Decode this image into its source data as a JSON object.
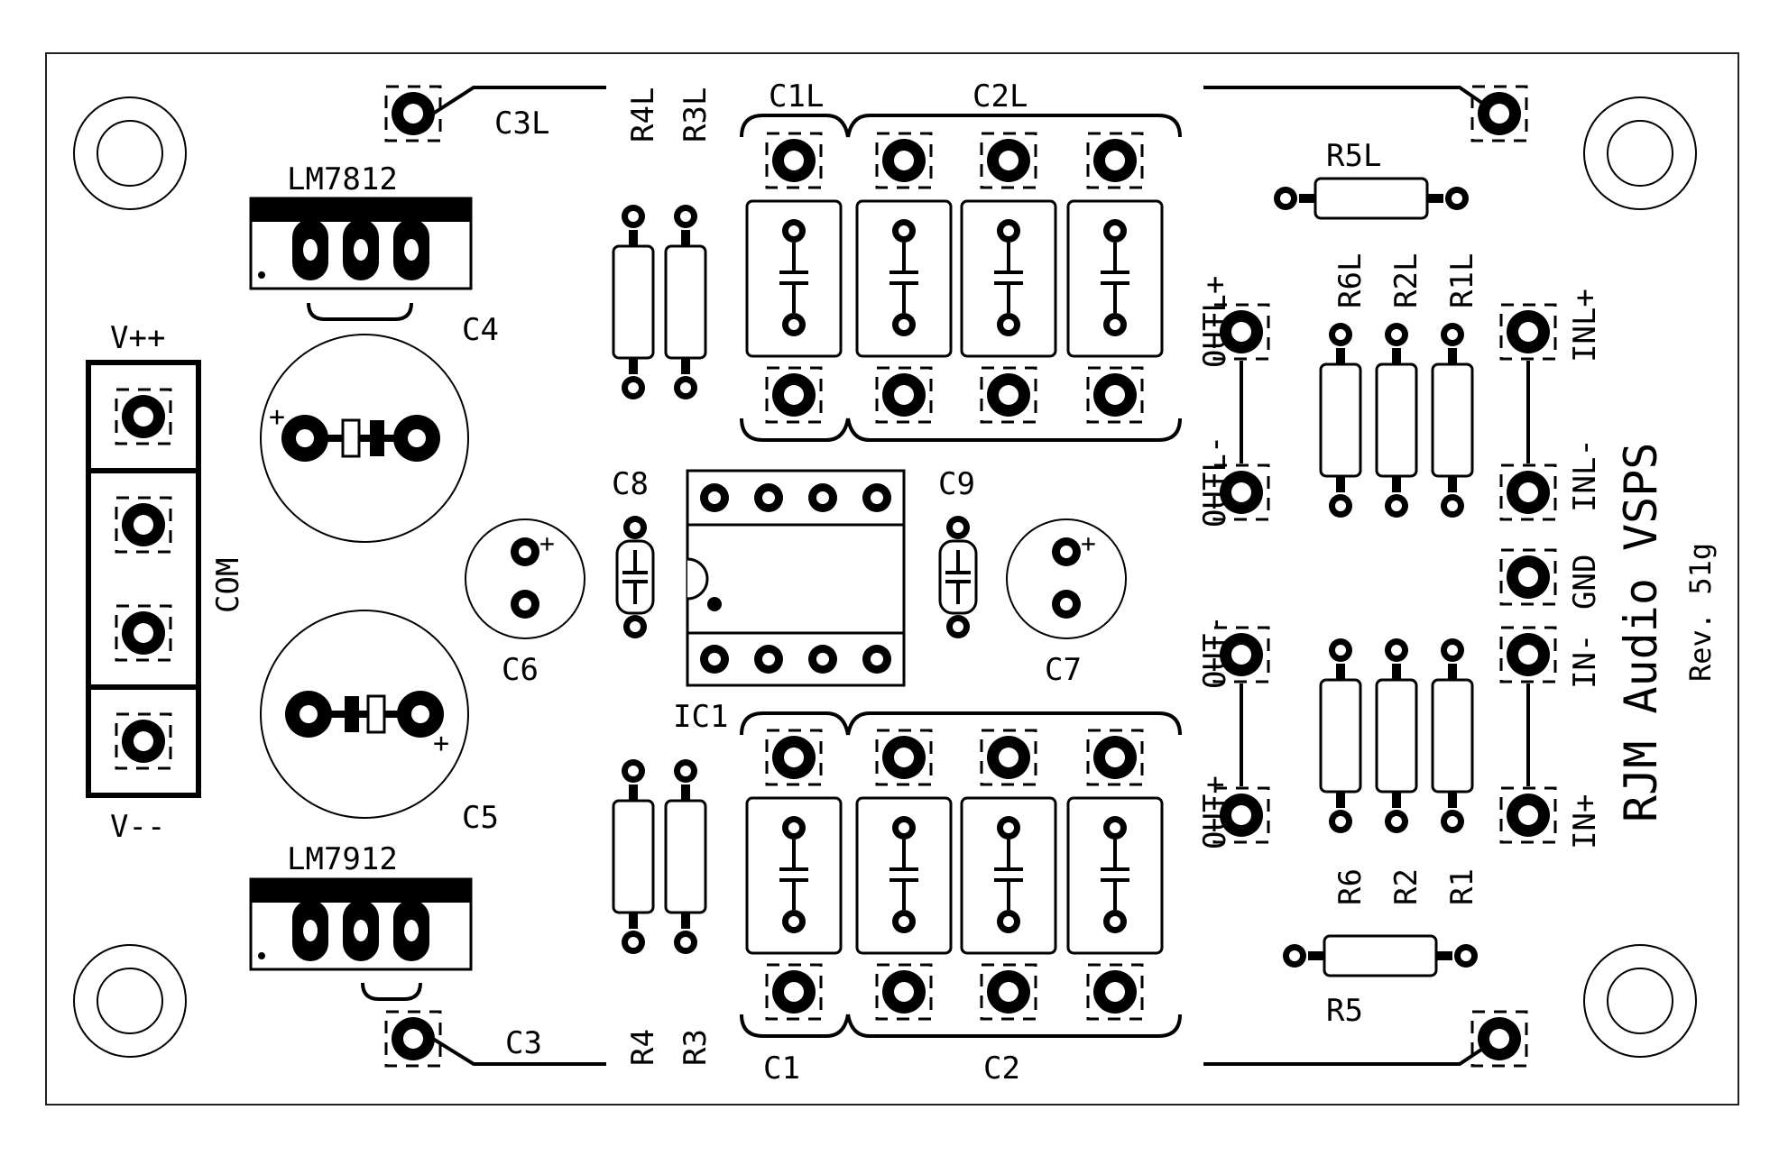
{
  "board": {
    "title": "RJM Audio VSPS",
    "revision": "Rev. 51g",
    "colors": {
      "ink": "#000000",
      "paper": "#ffffff",
      "outline": "#222222"
    }
  },
  "labels": {
    "c3l": "C3L",
    "c3": "C3",
    "lm7812": "LM7812",
    "lm7912": "LM7912",
    "c4": "C4",
    "c5": "C5",
    "vpp": "V++",
    "vmm": "V--",
    "com": "COM",
    "r4l": "R4L",
    "r3l": "R3L",
    "r4": "R4",
    "r3": "R3",
    "c1l": "C1L",
    "c2l": "C2L",
    "c1": "C1",
    "c2": "C2",
    "c8": "C8",
    "c9": "C9",
    "c6": "C6",
    "c7": "C7",
    "ic1": "IC1",
    "outl_plus": "OUTL+",
    "outl_minus": "OUTL-",
    "out_minus": "OUT-",
    "out_plus": "OUT+",
    "r5l": "R5L",
    "r5": "R5",
    "r6l": "R6L",
    "r2l": "R2L",
    "r1l": "R1L",
    "r6": "R6",
    "r2": "R2",
    "r1": "R1",
    "inl_plus": "INL+",
    "inl_minus": "INL-",
    "gnd": "GND",
    "in_minus": "IN-",
    "in_plus": "IN+"
  }
}
